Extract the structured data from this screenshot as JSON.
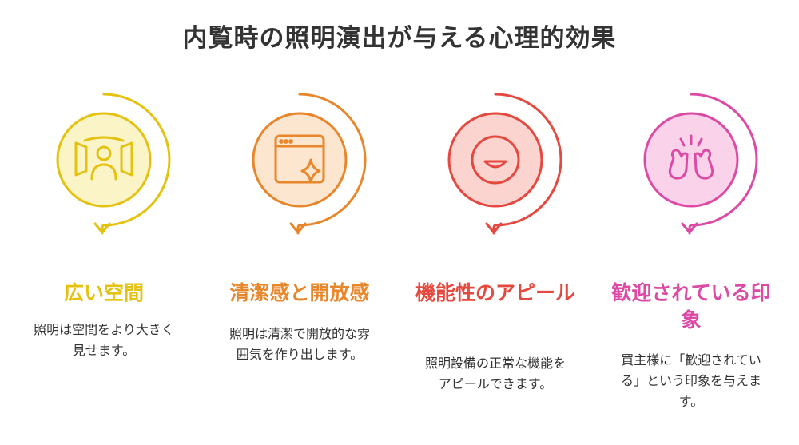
{
  "title": "内覧時の照明演出が与える心理的効果",
  "items": [
    {
      "heading": "広い空間",
      "description": "照明は空間をより大きく見せます。",
      "color": "#e4c20f",
      "fill": "#fbf4c6",
      "icon": "wide-view-person-icon"
    },
    {
      "heading": "清潔感と開放感",
      "description": "照明は清潔で開放的な雰囲気を作り出します。",
      "color": "#e8862b",
      "fill": "#fde6cf",
      "icon": "browser-sparkle-icon"
    },
    {
      "heading": "機能性のアピール",
      "description": "照明設備の正常な機能をアピールできます。",
      "color": "#e5483e",
      "fill": "#fbd4d0",
      "icon": "smiley-face-icon"
    },
    {
      "heading": "歓迎されている印象",
      "description": "買主様に「歓迎されている」という印象を与えます。",
      "color": "#dc4aa6",
      "fill": "#fad3ea",
      "icon": "clapping-hands-icon"
    }
  ]
}
